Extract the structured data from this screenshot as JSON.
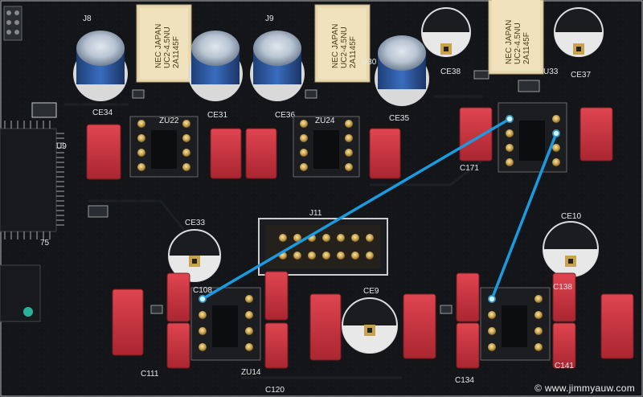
{
  "silkscreen": {
    "j8": "J8",
    "j9": "J9",
    "j11": "J11",
    "u30": "U30",
    "u33": "U33",
    "u9": "U9",
    "l75": "75",
    "ce34": "CE34",
    "ce31": "CE31",
    "ce36": "CE36",
    "ce35": "CE35",
    "ce38": "CE38",
    "ce37": "CE37",
    "ce33": "CE33",
    "ce9": "CE9",
    "ce10": "CE10",
    "zu22": "ZU22",
    "zu24": "ZU24",
    "zu14": "ZU14",
    "c171": "C171",
    "c108": "C108",
    "c111": "C111",
    "c120": "C120",
    "c138": "C138",
    "c134": "C134",
    "c141": "C141"
  },
  "relay": {
    "brand": "NEC JAPAN",
    "model": "UC2-4.5NU",
    "code": "2A1145F"
  },
  "watermark": "© www.jimmyauw.com",
  "colors": {
    "pcb": "#121417",
    "wire": "#1a9be0",
    "capacitor_red": "#c8323c",
    "electrolytic_blue": "#2d5fa8",
    "relay_body": "#e8d9b0"
  }
}
